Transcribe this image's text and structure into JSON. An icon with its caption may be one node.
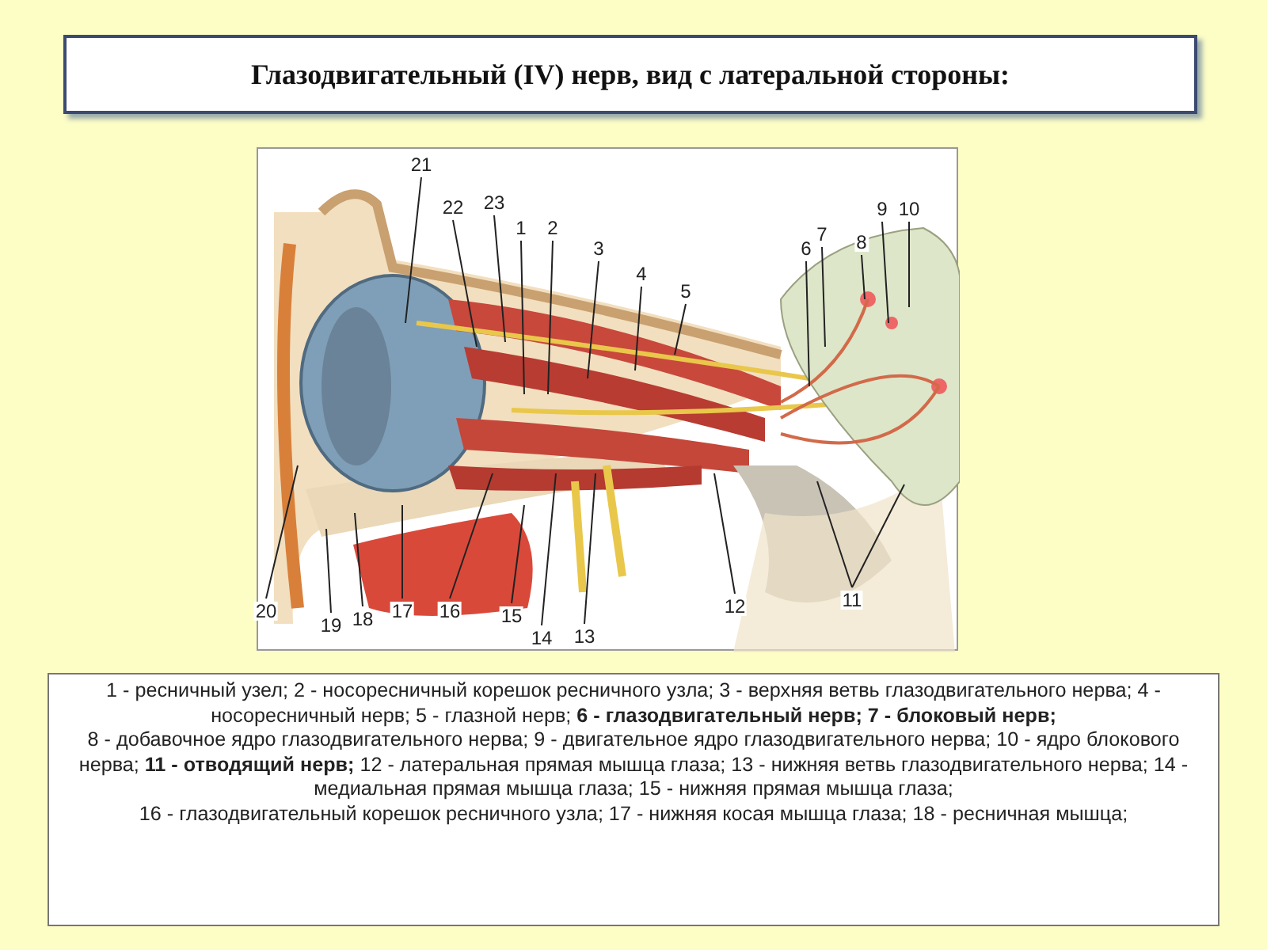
{
  "diagram": {
    "title": "Глазодвигательный (IV) нерв, вид с латеральной стороны:",
    "nodes": [
      {
        "text": [
          "21"
        ]
      },
      {
        "text": [
          "22"
        ]
      },
      {
        "text": [
          "23"
        ]
      },
      {
        "text": [
          "1"
        ]
      },
      {
        "text": [
          "2"
        ]
      },
      {
        "text": [
          "3"
        ]
      },
      {
        "text": [
          "4"
        ]
      },
      {
        "text": [
          "5"
        ]
      },
      {
        "text": [
          "6"
        ]
      },
      {
        "text": [
          "7"
        ]
      },
      {
        "text": [
          "8"
        ]
      },
      {
        "text": [
          "9"
        ]
      },
      {
        "text": [
          "10"
        ]
      },
      {
        "text": [
          "20"
        ]
      },
      {
        "text": [
          "19"
        ]
      },
      {
        "text": [
          "18"
        ]
      },
      {
        "text": [
          "17"
        ]
      },
      {
        "text": [
          "16"
        ]
      },
      {
        "text": [
          "15"
        ]
      },
      {
        "text": [
          "14"
        ]
      },
      {
        "text": [
          "13"
        ]
      },
      {
        "text": [
          "12"
        ]
      },
      {
        "text": [
          "11"
        ]
      },
      {
        "text": [
          "1 - ресничный узел; 2 - носоресничный корешок ресничного узла; 3 - верхняя ветвь глазодвигательного нерва; 4 - носоресничный нерв; 5 - глазной нерв; **6 - глазодвигательный нерв; 7 - блоковый нерв;**",
          "8 - добавочное ядро глазодвигательного нерва; 9 - двигательное ядро глазодвигательного нерва; 10 - ядро блокового нерва; **11 - отводящий нерв;** 12 - латеральная прямая мышца глаза; 13 - нижняя ветвь глазодвигательного нерва; 14 - медиальная прямая мышца глаза; 15 - нижняя прямая мышца глаза;",
          "16 - глазодвигательный корешок ресничного узла; 17 - нижняя косая мышца глаза; 18 - ресничная мышца;"
        ]
      }
    ],
    "edges": [
      {
        "from": 0,
        "to": null,
        "arrow": "none"
      },
      {
        "from": 1,
        "to": null,
        "arrow": "none"
      },
      {
        "from": 2,
        "to": null,
        "arrow": "none"
      },
      {
        "from": 3,
        "to": null,
        "arrow": "none"
      },
      {
        "from": 4,
        "to": null,
        "arrow": "none"
      },
      {
        "from": 5,
        "to": null,
        "arrow": "none"
      },
      {
        "from": 6,
        "to": null,
        "arrow": "none"
      },
      {
        "from": 7,
        "to": null,
        "arrow": "none"
      },
      {
        "from": 8,
        "to": null,
        "arrow": "none"
      },
      {
        "from": 9,
        "to": null,
        "arrow": "none"
      },
      {
        "from": 10,
        "to": null,
        "arrow": "none"
      },
      {
        "from": 11,
        "to": null,
        "arrow": "none"
      },
      {
        "from": 12,
        "to": null,
        "arrow": "none"
      },
      {
        "from": 13,
        "to": null,
        "arrow": "none"
      },
      {
        "from": 14,
        "to": null,
        "arrow": "none"
      },
      {
        "from": 15,
        "to": null,
        "arrow": "none"
      },
      {
        "from": 16,
        "to": null,
        "arrow": "none"
      },
      {
        "from": 17,
        "to": null,
        "arrow": "none"
      },
      {
        "from": 18,
        "to": null,
        "arrow": "none"
      },
      {
        "from": 19,
        "to": null,
        "arrow": "none"
      },
      {
        "from": 20,
        "to": null,
        "arrow": "none"
      },
      {
        "from": 21,
        "to": null,
        "arrow": "none"
      },
      {
        "from": 22,
        "to": null,
        "arrow": "none"
      },
      {
        "from": 22,
        "to": null,
        "arrow": "none"
      }
    ]
  }
}
